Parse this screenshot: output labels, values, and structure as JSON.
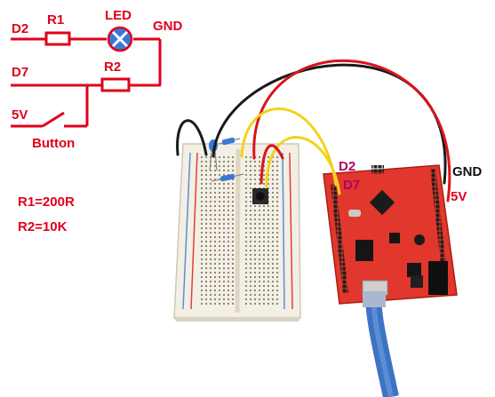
{
  "schematic": {
    "pins": {
      "d2": "D2",
      "d7": "D7",
      "v5": "5V",
      "gnd": "GND"
    },
    "components": {
      "r1": "R1",
      "led": "LED",
      "r2": "R2",
      "button": "Button"
    },
    "values": {
      "r1_value": "R1=200R",
      "r2_value": "R2=10K"
    }
  },
  "board_labels": {
    "d2": "D2",
    "d7": "D7",
    "gnd": "GND",
    "v5": "5V"
  },
  "colors": {
    "schematic_line": "#e0001a",
    "led_fill": "#3a78d8",
    "breadboard": "#f3efe4",
    "board": "#e2372c",
    "wire_black": "#1a1a1a",
    "wire_red": "#d9141b",
    "wire_yellow": "#f2d21a",
    "usb_cable": "#3d73c4",
    "pin_label_magenta": "#b0006a"
  }
}
